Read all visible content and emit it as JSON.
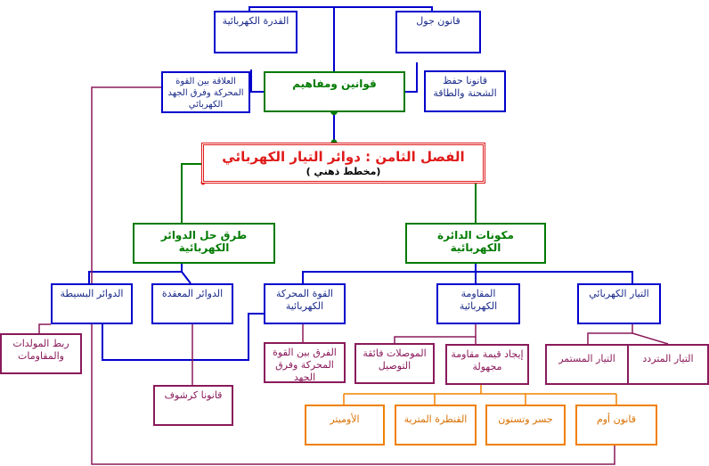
{
  "title": {
    "main": "الفصل الثامن : دوائر التيار الكهربائي",
    "sub": "(مخطط ذهني )"
  },
  "concepts": {
    "label": "قوانين ومفاهيم",
    "items": {
      "power": "القدرة الكهربائية",
      "joule": "قانون جول",
      "relation": "العلاقة بين القوة المحركة وفرق الجهد الكهربائي",
      "conservation": "قانونا حفظ الشحنة والطاقة"
    }
  },
  "methods": {
    "label": "طرق حل الدوائر الكهربائية",
    "simple": "الدوائر البسيطة",
    "complex": "الدوائر المعقدة",
    "simple_child": "ربط المولدات والمقاومات",
    "complex_child": "قانونا كرشوف"
  },
  "components": {
    "label": "مكونات الدائرة الكهربائية",
    "emf": "القوة المحركة الكهربائية",
    "resistance": "المقاومة الكهربائية",
    "current": "التيار الكهربائي",
    "emf_child": "الفرق بين القوة المحركة وفرق الجهد",
    "superconductors": "الموصلات فائقة التوصيل",
    "unknown": "إيجاد قيمة مقاومة مجهولة",
    "dc": "التيار المستمر",
    "ac": "التيار المتردد",
    "methods": [
      "قانون أوم",
      "جسر وتستون",
      "القنطرة المترية",
      "الأوميتر"
    ]
  }
}
